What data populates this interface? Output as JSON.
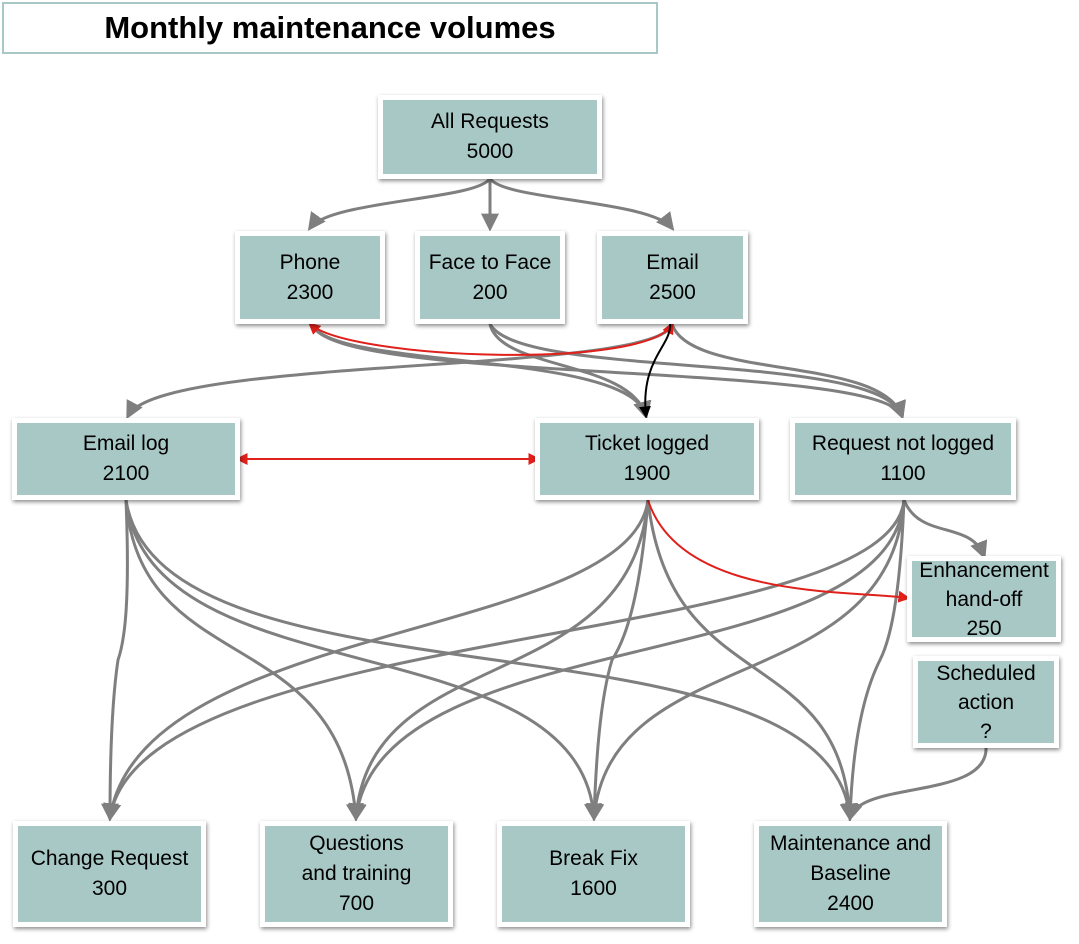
{
  "title": "Monthly maintenance volumes",
  "colors": {
    "node_fill": "#a8c8c6",
    "edge": "#7f7f7f",
    "edge_highlight": "#e0201b",
    "edge_dark": "#000000"
  },
  "nodes": {
    "all_requests": {
      "lines": [
        "All Requests",
        "5000"
      ]
    },
    "phone": {
      "lines": [
        "Phone",
        "2300"
      ]
    },
    "face_to_face": {
      "lines": [
        "Face to Face",
        "200"
      ]
    },
    "email": {
      "lines": [
        "Email",
        "2500"
      ]
    },
    "email_log": {
      "lines": [
        "Email log",
        "2100"
      ]
    },
    "ticket_logged": {
      "lines": [
        "Ticket logged",
        "1900"
      ]
    },
    "request_not_logged": {
      "lines": [
        "Request not logged",
        "1100"
      ]
    },
    "enhancement_handoff": {
      "lines": [
        "Enhancement",
        "hand-off",
        "250"
      ]
    },
    "scheduled_action": {
      "lines": [
        "Scheduled",
        "action",
        "?"
      ]
    },
    "change_request": {
      "lines": [
        "Change Request",
        "300"
      ]
    },
    "questions_training": {
      "lines": [
        "Questions",
        "and training",
        "700"
      ]
    },
    "break_fix": {
      "lines": [
        "Break Fix",
        "1600"
      ]
    },
    "maintenance_baseline": {
      "lines": [
        "Maintenance and",
        "Baseline",
        "2400"
      ]
    }
  }
}
